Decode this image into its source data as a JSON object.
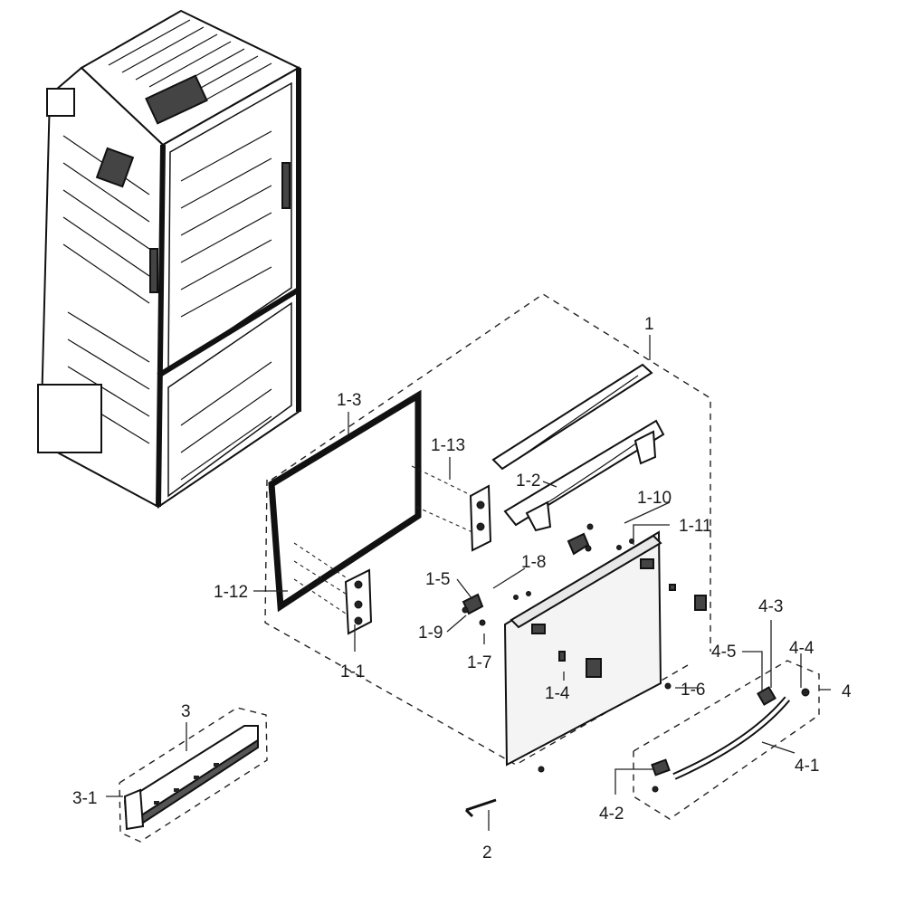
{
  "diagram": {
    "labels": {
      "l1": "1",
      "l1_1": "1-1",
      "l1_2": "1-2",
      "l1_3": "1-3",
      "l1_4": "1-4",
      "l1_5": "1-5",
      "l1_6": "1-6",
      "l1_7": "1-7",
      "l1_8": "1-8",
      "l1_9": "1-9",
      "l1_10": "1-10",
      "l1_11": "1-11",
      "l1_12": "1-12",
      "l1_13": "1-13",
      "l2": "2",
      "l3": "3",
      "l3_1": "3-1",
      "l4": "4",
      "l4_1": "4-1",
      "l4_2": "4-2",
      "l4_3": "4-3",
      "l4_4": "4-4",
      "l4_5": "4-5"
    }
  }
}
